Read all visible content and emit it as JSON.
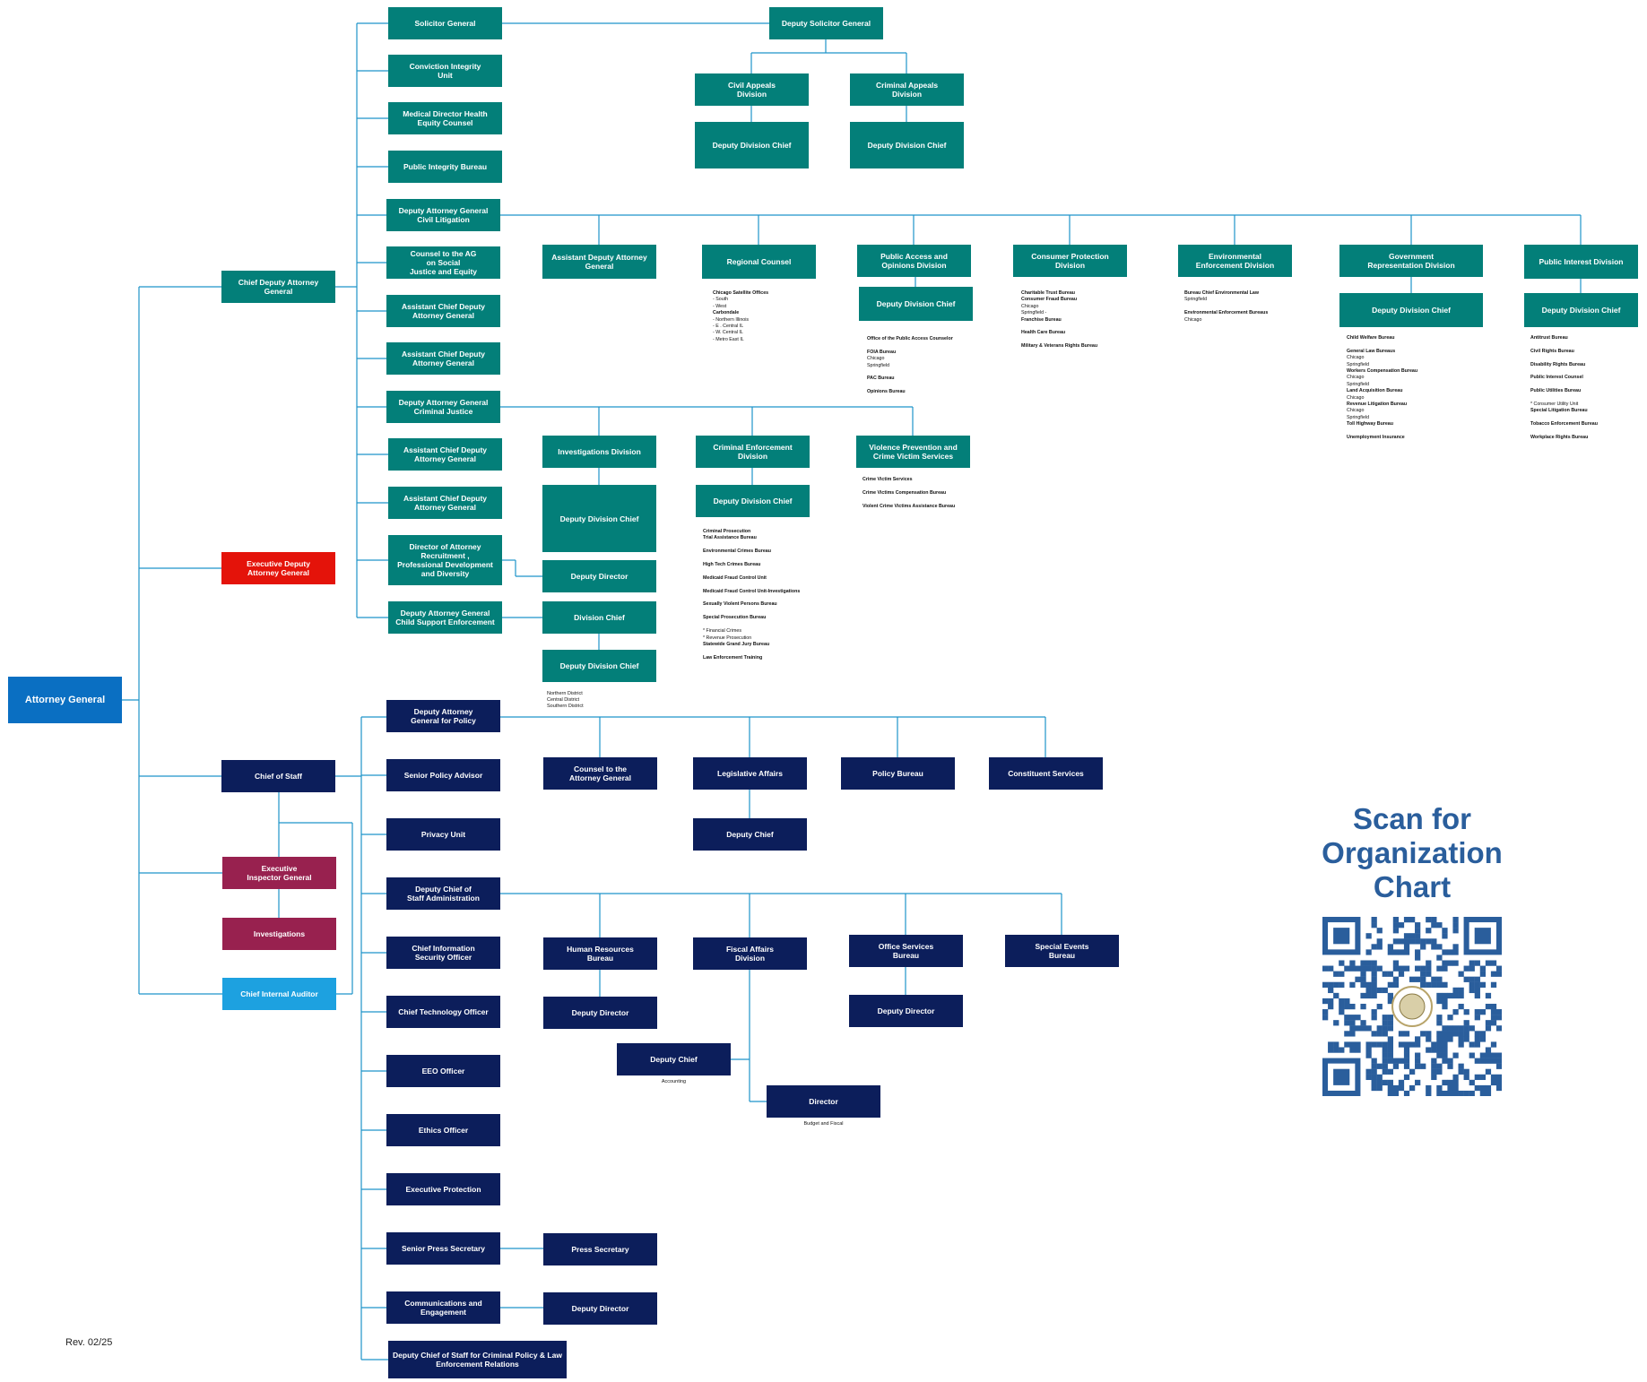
{
  "scan": {
    "title": "Scan for\nOrganization\nChart"
  },
  "rev": "Rev. 02/25",
  "colors": {
    "line": "#1e94c9",
    "teal": "#037f79",
    "navy": "#0c1e5b",
    "root": "#0a6fc2",
    "red": "#e4130a",
    "plum": "#98214f",
    "sky": "#1da1e0",
    "qr": "#2a5e9c"
  },
  "boxes": {
    "ag": "Attorney General",
    "cdag": "Chief Deputy Attorney\nGeneral",
    "edag": "Executive Deputy\nAttorney General",
    "cos": "Chief of Staff",
    "eig": "Executive\nInspector General",
    "inv": "Investigations",
    "cia": "Chief Internal Auditor",
    "sg": "Solicitor General",
    "ciu": "Conviction Integrity\nUnit",
    "mdh": "Medical Director Health\nEquity Counsel",
    "pib": "Public Integrity Bureau",
    "dagcl": "Deputy Attorney General\nCivil Litigation",
    "counsel_sj": "Counsel to the AG\non Social\nJustice and Equity",
    "acdag1": "Assistant Chief Deputy\nAttorney General",
    "acdag2": "Assistant Chief Deputy\nAttorney General",
    "dagcj": "Deputy Attorney General\nCriminal Justice",
    "acdag3": "Assistant Chief Deputy\nAttorney General",
    "acdag4": "Assistant Chief Deputy\nAttorney General",
    "dir_recruit": "Director of Attorney\nRecruitment ,\nProfessional Development\nand Diversity",
    "dagcse": "Deputy Attorney General\nChild Support Enforcement",
    "dsg": "Deputy Solicitor General",
    "civapp": "Civil Appeals\nDivision",
    "crimapp": "Criminal Appeals\nDivision",
    "civapp_ddc": "Deputy Division Chief",
    "crimapp_ddc": "Deputy Division Chief",
    "adag": "Assistant Deputy Attorney\nGeneral",
    "regional": "Regional Counsel",
    "paod": "Public Access and\nOpinions Division",
    "paod_ddc": "Deputy Division Chief",
    "cpd": "Consumer Protection\nDivision",
    "eed": "Environmental\nEnforcement Division",
    "grd": "Government\nRepresentation Division",
    "grd_ddc": "Deputy Division Chief",
    "pid": "Public Interest Division",
    "pid_ddc": "Deputy Division Chief",
    "invdiv": "Investigations Division",
    "invdiv_ddc": "Deputy Division Chief",
    "ced": "Criminal Enforcement\nDivision",
    "ced_ddc": "Deputy Division Chief",
    "vpcvs": "Violence Prevention and\nCrime Victim Services",
    "recruit_dd": "Deputy Director",
    "cse_dc": "Division Chief",
    "cse_ddc": "Deputy Division Chief",
    "dagp": "Deputy Attorney\nGeneral for Policy",
    "spa": "Senior Policy Advisor",
    "privacy": "Privacy Unit",
    "dcosa": "Deputy Chief of\nStaff Administration",
    "ciso": "Chief Information\nSecurity Officer",
    "cto": "Chief Technology Officer",
    "eeo": "EEO Officer",
    "ethics": "Ethics Officer",
    "exprot": "Executive Protection",
    "sps": "Senior Press Secretary",
    "comms": "Communications and\nEngagement",
    "dcos_cp": "Deputy Chief of Staff for Criminal Policy & Law\nEnforcement Relations",
    "counsel_ag": "Counsel to the\nAttorney General",
    "legaff": "Legislative Affairs",
    "legaff_dc": "Deputy Chief",
    "policy_bureau": "Policy Bureau",
    "constituent": "Constituent Services",
    "hrb": "Human Resources\nBureau",
    "hrb_dd": "Deputy Director",
    "fad": "Fiscal Affairs\nDivision",
    "fad_dc": "Deputy Chief",
    "fad_dir": "Director",
    "osb": "Office Services\nBureau",
    "osb_dd": "Deputy Director",
    "seb": "Special Events\nBureau",
    "press_sec": "Press Secretary",
    "comms_dd": "Deputy Director"
  },
  "captions": {
    "cse_ddc": "Northern District\nCentral District\nSouthern District",
    "fad_dc": "Accounting",
    "fad_dir": "Budget and Fiscal"
  },
  "notes": {
    "regional": [
      {
        "t": "Chicago Satellite Offices",
        "b": true
      },
      {
        "t": "  - South"
      },
      {
        "t": "  - West"
      },
      {
        "t": "Carbondale",
        "b": true
      },
      {
        "t": "  - Northern Illinois"
      },
      {
        "t": "  - E . Central IL"
      },
      {
        "t": "  - W. Central IL"
      },
      {
        "t": "  - Metro East IL"
      }
    ],
    "paod": [
      {
        "t": "Office of the Public Access Counselor",
        "b": true
      },
      {
        "t": ""
      },
      {
        "t": "FOIA Bureau",
        "b": true
      },
      {
        "t": "Chicago"
      },
      {
        "t": "Springfield"
      },
      {
        "t": ""
      },
      {
        "t": "PAC Bureau",
        "b": true
      },
      {
        "t": ""
      },
      {
        "t": "Opinions Bureau",
        "b": true
      }
    ],
    "cpd": [
      {
        "t": "Charitable Trust Bureau",
        "b": true
      },
      {
        "t": "Consumer Fraud Bureau",
        "b": true
      },
      {
        "t": "Chicago"
      },
      {
        "t": "Springfield -"
      },
      {
        "t": "Franchise Bureau",
        "b": true
      },
      {
        "t": ""
      },
      {
        "t": "Health Care Bureau",
        "b": true
      },
      {
        "t": ""
      },
      {
        "t": "Military & Veterans Rights Bureau",
        "b": true
      }
    ],
    "eed": [
      {
        "t": "Bureau Chief Environmental Law",
        "b": true
      },
      {
        "t": "Springfield"
      },
      {
        "t": ""
      },
      {
        "t": "Environmental Enforcement Bureaus",
        "b": true
      },
      {
        "t": "Chicago"
      }
    ],
    "grd": [
      {
        "t": "Child Welfare Bureau",
        "b": true
      },
      {
        "t": ""
      },
      {
        "t": "General Law Bureaus",
        "b": true
      },
      {
        "t": "Chicago"
      },
      {
        "t": "Springfield"
      },
      {
        "t": "Workers Compensation Bureau",
        "b": true
      },
      {
        "t": "Chicago"
      },
      {
        "t": "Springfield"
      },
      {
        "t": "Land Acquisition Bureau",
        "b": true
      },
      {
        "t": "Chicago"
      },
      {
        "t": "Revenue Litigation Bureau",
        "b": true
      },
      {
        "t": "Chicago"
      },
      {
        "t": "Springfield"
      },
      {
        "t": "Toll Highway Bureau",
        "b": true
      },
      {
        "t": ""
      },
      {
        "t": "Unemployment Insurance",
        "b": true
      }
    ],
    "pid": [
      {
        "t": "Antitrust Bureau",
        "b": true
      },
      {
        "t": ""
      },
      {
        "t": "Civil Rights Bureau",
        "b": true
      },
      {
        "t": ""
      },
      {
        "t": "Disability Rights Bureau",
        "b": true
      },
      {
        "t": ""
      },
      {
        "t": "Public Interest Counsel",
        "b": true
      },
      {
        "t": ""
      },
      {
        "t": "Public Utilities Bureau",
        "b": true
      },
      {
        "t": ""
      },
      {
        "t": " * Consumer Utility Unit"
      },
      {
        "t": "Special Litigation Bureau",
        "b": true
      },
      {
        "t": ""
      },
      {
        "t": "Tobacco Enforcement Bureau",
        "b": true
      },
      {
        "t": ""
      },
      {
        "t": "Workplace Rights Bureau",
        "b": true
      }
    ],
    "vpcvs": [
      {
        "t": "Crime Victim Services",
        "b": true
      },
      {
        "t": ""
      },
      {
        "t": "Crime Victims Compensation Bureau",
        "b": true
      },
      {
        "t": ""
      },
      {
        "t": "Violent Crime Victims Assistance Bureau",
        "b": true
      }
    ],
    "ced": [
      {
        "t": "Criminal Prosecution",
        "b": true
      },
      {
        "t": "Trial Assistance Bureau",
        "b": true
      },
      {
        "t": ""
      },
      {
        "t": "Environmental Crimes Bureau",
        "b": true
      },
      {
        "t": ""
      },
      {
        "t": "High Tech Crimes Bureau",
        "b": true
      },
      {
        "t": ""
      },
      {
        "t": "Medicaid Fraud Control Unit",
        "b": true
      },
      {
        "t": ""
      },
      {
        "t": "     Medicaid Fraud Control Unit-Investigations",
        "b": true
      },
      {
        "t": ""
      },
      {
        "t": "Sexually Violent Persons Bureau",
        "b": true
      },
      {
        "t": ""
      },
      {
        "t": "Special Prosecution Bureau",
        "b": true
      },
      {
        "t": ""
      },
      {
        "t": "* Financial Crimes"
      },
      {
        "t": "* Revenue Prosecution"
      },
      {
        "t": "Statewide Grand Jury Bureau",
        "b": true
      },
      {
        "t": ""
      },
      {
        "t": "Law Enforcement Training",
        "b": true
      }
    ]
  }
}
